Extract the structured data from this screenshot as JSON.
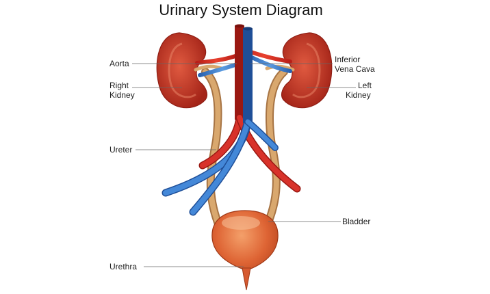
{
  "title": "Urinary System Diagram",
  "labels": {
    "aorta": "Aorta",
    "right_kidney": [
      "Right",
      "Kidney"
    ],
    "ureter": "Ureter",
    "urethra": "Urethra",
    "inferior_vena_cava": [
      "Inferior",
      "Vena Cava"
    ],
    "left_kidney": [
      "Left",
      "Kidney"
    ],
    "bladder": "Bladder"
  },
  "colors": {
    "kidney": "#c63a2a",
    "kidney_light": "#e4765c",
    "artery": "#d42a24",
    "vein": "#3a7fcf",
    "ureter": "#d2a066",
    "bladder": "#d65a30",
    "bladder_light": "#f29a66"
  }
}
